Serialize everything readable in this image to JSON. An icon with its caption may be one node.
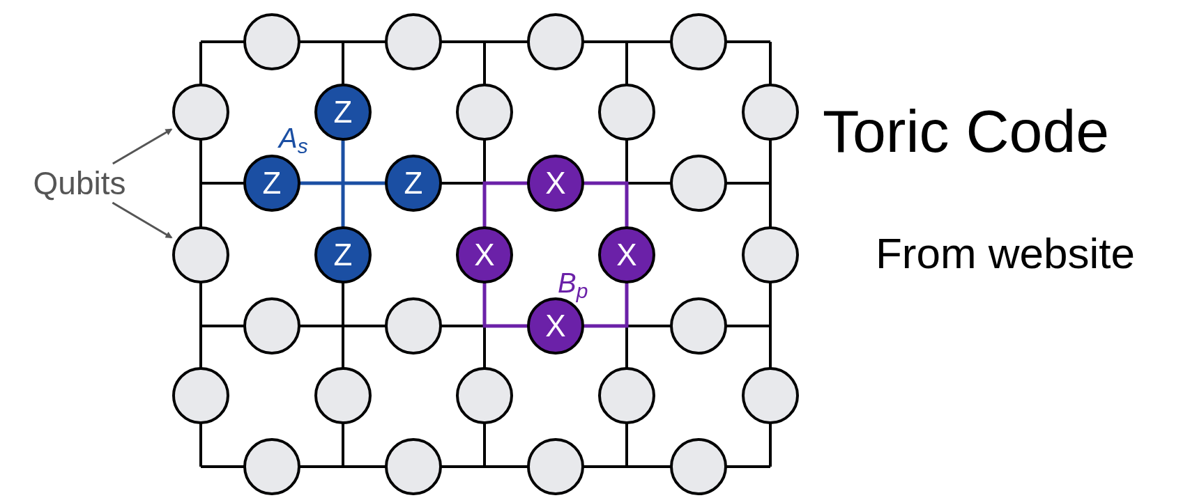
{
  "diagram": {
    "title": "Toric Code",
    "nodes": [
      {
        "text": [],
        "shape": "circle"
      },
      {
        "text": [],
        "shape": "circle"
      },
      {
        "text": [],
        "shape": "circle"
      },
      {
        "text": [],
        "shape": "circle"
      },
      {
        "text": [],
        "shape": "circle"
      },
      {
        "text": [
          "Z"
        ]
      },
      {
        "text": [],
        "shape": "circle"
      },
      {
        "text": [],
        "shape": "circle"
      },
      {
        "text": [],
        "shape": "circle"
      },
      {
        "text": [
          "Qubits"
        ]
      },
      {
        "text": [
          "Z"
        ]
      },
      {
        "text": [
          "Z"
        ]
      },
      {
        "text": [
          "X"
        ]
      },
      {
        "text": [],
        "shape": "circle"
      },
      {
        "text": [],
        "shape": "circle"
      },
      {
        "text": [
          "Z"
        ]
      },
      {
        "text": [
          "X"
        ]
      },
      {
        "text": [
          "X"
        ]
      },
      {
        "text": [],
        "shape": "circle"
      },
      {
        "text": [],
        "shape": "circle"
      },
      {
        "text": [],
        "shape": "circle"
      },
      {
        "text": [
          "X"
        ]
      },
      {
        "text": [],
        "shape": "circle"
      },
      {
        "text": [],
        "shape": "circle"
      },
      {
        "text": [],
        "shape": "circle"
      },
      {
        "text": [],
        "shape": "circle"
      },
      {
        "text": [],
        "shape": "circle"
      },
      {
        "text": [],
        "shape": "circle"
      },
      {
        "text": [],
        "shape": "circle"
      },
      {
        "text": [],
        "shape": "circle"
      },
      {
        "text": [],
        "shape": "circle"
      },
      {
        "text": [],
        "shape": "circle"
      }
    ],
    "edges": [
      {
        "from": 9,
        "to": 4,
        "arrow": "to"
      },
      {
        "from": 9,
        "to": 14,
        "arrow": "to"
      },
      {
        "from": 10,
        "to": 11,
        "arrow": "none",
        "color": "#1b4fa3"
      },
      {
        "from": 5,
        "to": 15,
        "arrow": "none",
        "color": "#1b4fa3"
      },
      {
        "from": 12,
        "to": 16,
        "arrow": "none",
        "color": "#6b21a8"
      },
      {
        "from": 12,
        "to": 17,
        "arrow": "none",
        "color": "#6b21a8"
      },
      {
        "from": 16,
        "to": 21,
        "arrow": "none",
        "color": "#6b21a8"
      },
      {
        "from": 17,
        "to": 21,
        "arrow": "none",
        "color": "#6b21a8"
      }
    ],
    "labels": [
      "A$_{s}$",
      "From website",
      "B$_{p}$"
    ]
  }
}
